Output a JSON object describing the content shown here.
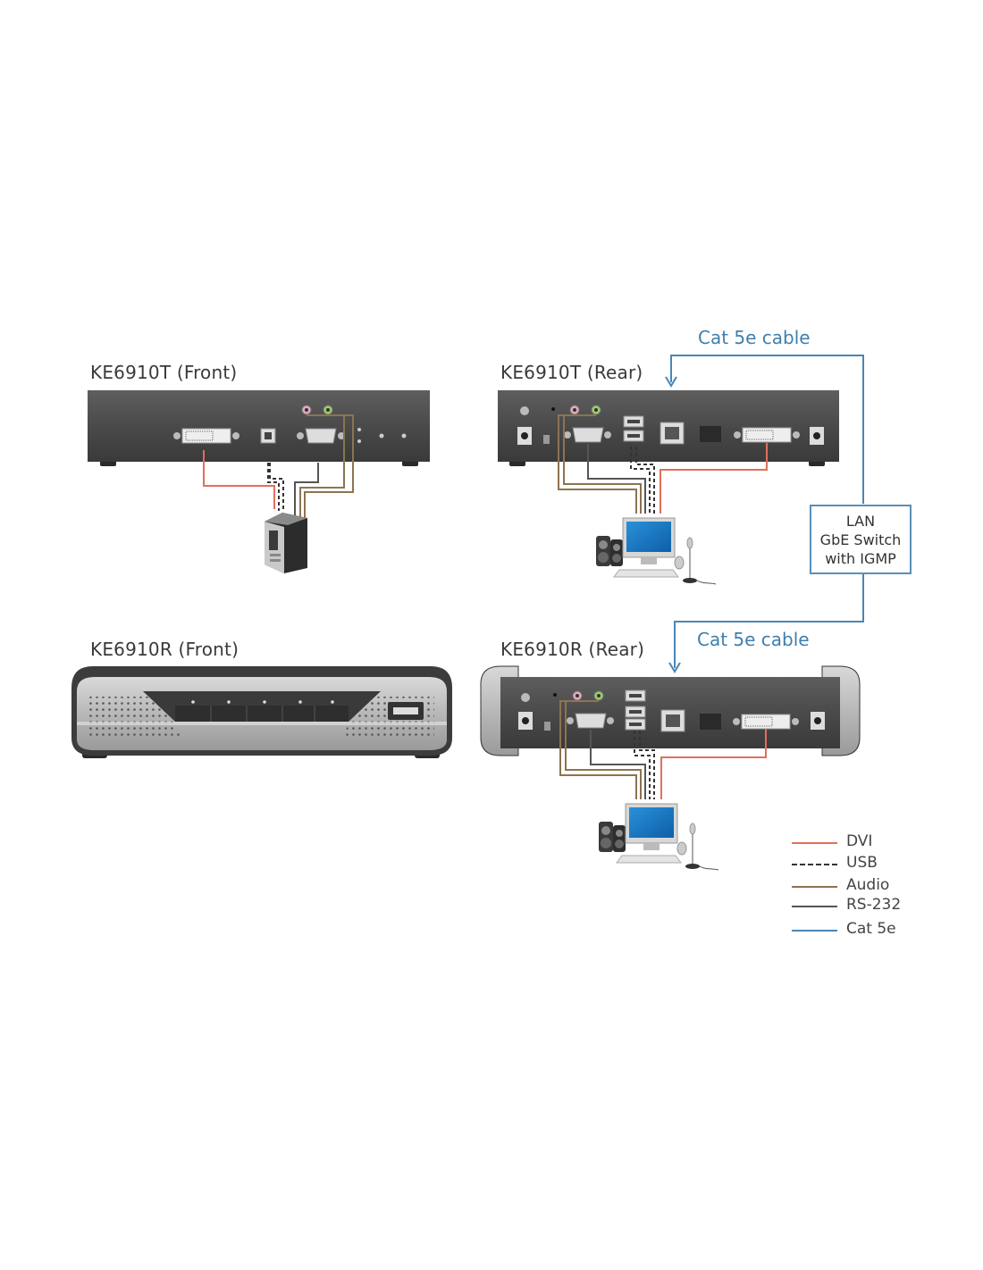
{
  "labels": {
    "tx_front": "KE6910T (Front)",
    "tx_rear": "KE6910T (Rear)",
    "rx_front": "KE6910R (Front)",
    "rx_rear": "KE6910R (Rear)",
    "cat_cable_top": "Cat 5e cable",
    "cat_cable_bottom": "Cat 5e cable"
  },
  "switch": {
    "line1": "LAN",
    "line2": "GbE Switch",
    "line3": "with IGMP"
  },
  "legend": [
    {
      "label": "DVI",
      "color": "#e0705a",
      "style": "solid"
    },
    {
      "label": "USB",
      "color": "#333333",
      "style": "dashed"
    },
    {
      "label": "Audio",
      "color": "#8c7450",
      "style": "solid"
    },
    {
      "label": "RS-232",
      "color": "#555555",
      "style": "solid"
    },
    {
      "label": "Cat 5e",
      "color": "#4a86b4",
      "style": "solid"
    }
  ],
  "colors": {
    "dvi": "#e0705a",
    "usb": "#333333",
    "audio": "#8c7450",
    "rs232": "#555555",
    "cat5e": "#4a86b4",
    "device_body": "#4a4a4a"
  }
}
